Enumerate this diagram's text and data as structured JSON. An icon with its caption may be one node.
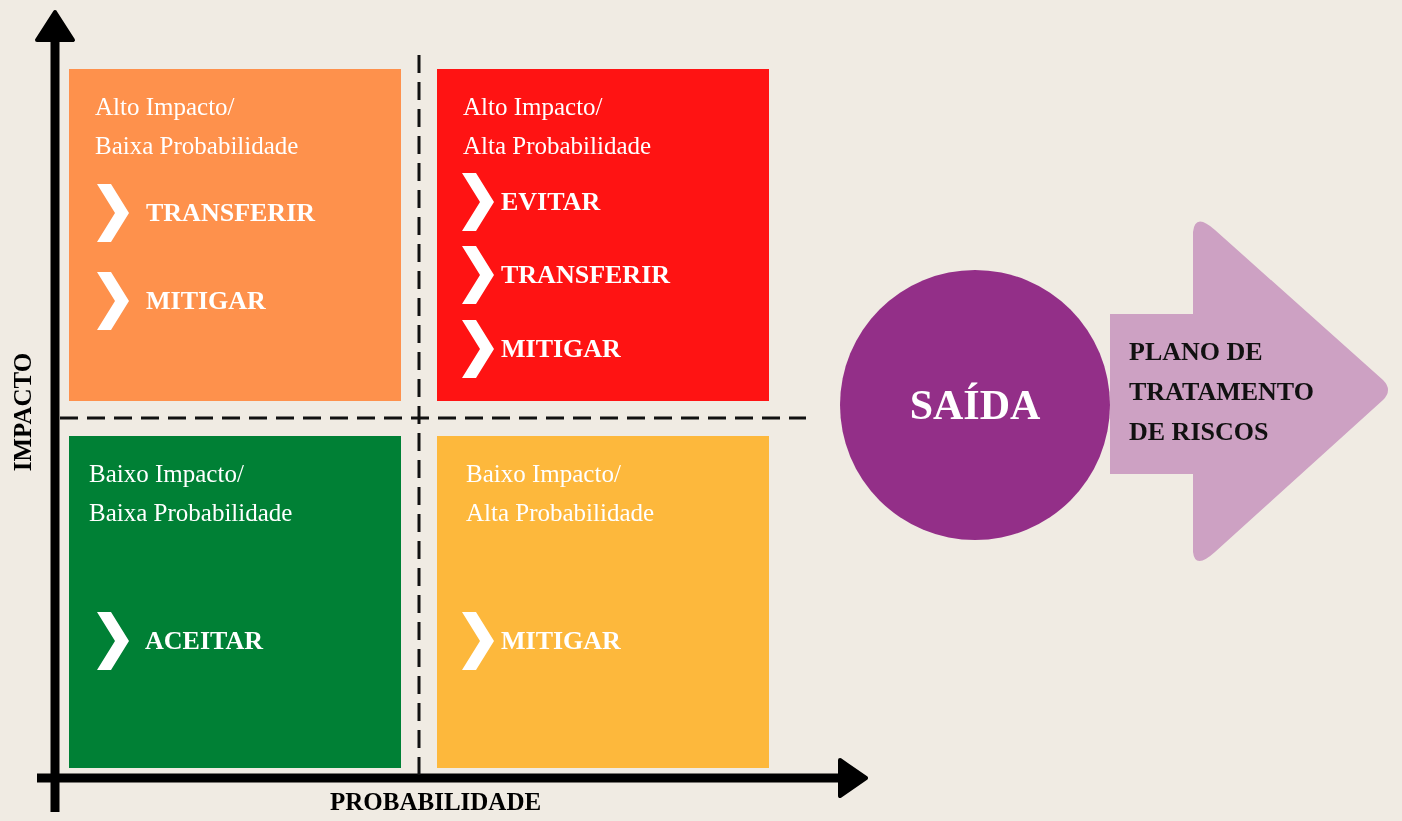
{
  "diagram": {
    "nodes": [
      {
        "text": [
          "Alto Impacto/ Baixa Probabilidade",
          "TRANSFERIR",
          "MITIGAR"
        ]
      },
      {
        "text": [
          "Alto Impacto/ Alta Probabilidade",
          "EVITAR",
          "TRANSFERIR",
          "MITIGAR"
        ]
      },
      {
        "text": [
          "Baixo Impacto/ Baixa Probabilidade",
          "ACEITAR"
        ]
      },
      {
        "text": [
          "Baixo Impacto/ Alta Probabilidade",
          "MITIGAR"
        ]
      },
      {
        "text": [
          "PLANO DE TRATAMENTO DE RISCOS"
        ]
      },
      {
        "text": [
          "SAÍDA"
        ]
      }
    ],
    "edges": [],
    "labels": [
      "IMPACTO",
      "PROBABILIDADE"
    ]
  }
}
